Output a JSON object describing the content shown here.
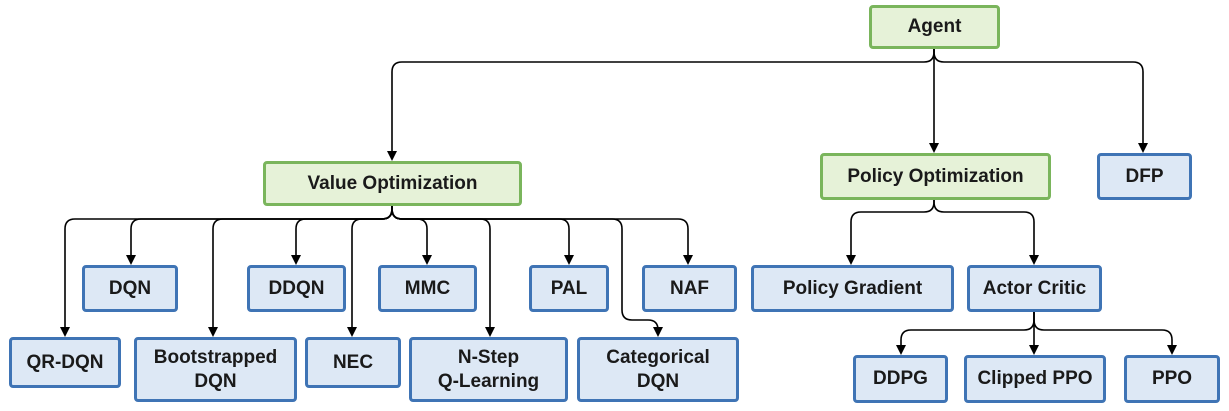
{
  "colors": {
    "root_fill": "#e6f2d8",
    "root_border": "#7ab55c",
    "leaf_fill": "#dde8f5",
    "leaf_border": "#3f74b5",
    "edge": "#000000"
  },
  "nodes": {
    "agent": "Agent",
    "value_optimization": "Value Optimization",
    "policy_optimization": "Policy Optimization",
    "dfp": "DFP",
    "qr_dqn": "QR-DQN",
    "dqn": "DQN",
    "bootstrapped_dqn": "Bootstrapped\nDQN",
    "ddqn": "DDQN",
    "nec": "NEC",
    "mmc": "MMC",
    "n_step_q_learning": "N-Step\nQ-Learning",
    "pal": "PAL",
    "categorical_dqn": "Categorical\nDQN",
    "naf": "NAF",
    "policy_gradient": "Policy Gradient",
    "actor_critic": "Actor Critic",
    "ddpg": "DDPG",
    "clipped_ppo": "Clipped PPO",
    "ppo": "PPO"
  }
}
